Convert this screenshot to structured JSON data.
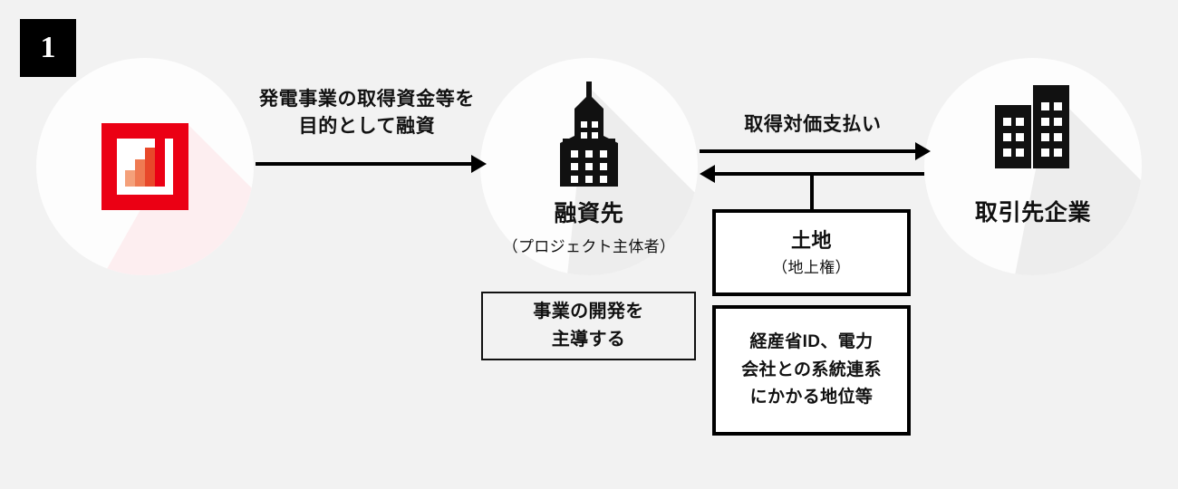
{
  "meta": {
    "background_color": "#f2f2f2",
    "accent_color": "#eb0014",
    "ink_color": "#111111"
  },
  "step": {
    "number": "1"
  },
  "nodes": [
    {
      "id": "lender",
      "icon": "bar-chart-icon",
      "label_main": "",
      "label_sub": ""
    },
    {
      "id": "borrower",
      "icon": "skyscraper-icon",
      "label_main": "融資先",
      "label_sub": "（プロジェクト主体者）"
    },
    {
      "id": "counterparty",
      "icon": "office-buildings-icon",
      "label_main": "取引先企業",
      "label_sub": ""
    }
  ],
  "flows": [
    {
      "id": "loan",
      "label": "発電事業の取得資金等を\n目的として融資",
      "direction": "right"
    },
    {
      "id": "payment",
      "label": "取得対価支払い",
      "direction": "right"
    },
    {
      "id": "transfer",
      "label": "",
      "direction": "left"
    }
  ],
  "boxes": [
    {
      "id": "lead-development",
      "lines": [
        "事業の開発を",
        "主導する"
      ],
      "style": "thin"
    },
    {
      "id": "land",
      "title": "土地",
      "subtitle": "（地上権）",
      "style": "thick"
    },
    {
      "id": "rights",
      "lines": [
        "経産省ID、電力",
        "会社との系統連系",
        "にかかる地位等"
      ],
      "style": "thick"
    }
  ],
  "chart_icon": {
    "bars": [
      {
        "height": 18,
        "color": "#f4a07a"
      },
      {
        "height": 30,
        "color": "#ef7a52"
      },
      {
        "height": 43,
        "color": "#e8482a"
      },
      {
        "height": 55,
        "color": "#eb0014"
      }
    ]
  }
}
